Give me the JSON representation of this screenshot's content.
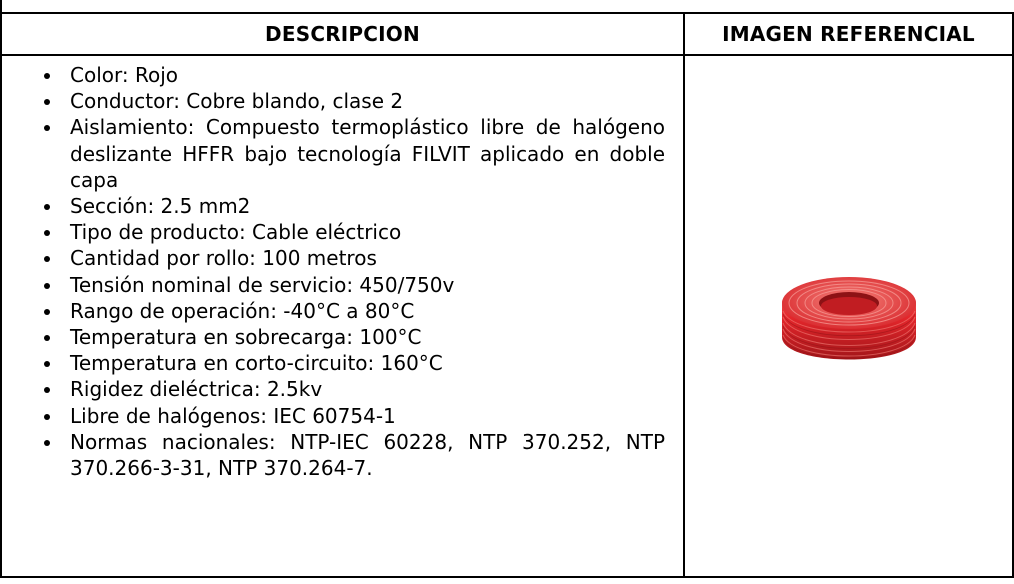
{
  "table": {
    "header_description": "DESCRIPCION",
    "header_image": "IMAGEN REFERENCIAL",
    "specs": [
      "Color: Rojo",
      "Conductor: Cobre blando, clase 2",
      "Aislamiento: Compuesto termoplástico libre de halógeno deslizante HFFR bajo tecnología FILVIT aplicado en doble capa",
      "Sección: 2.5 mm2",
      "Tipo de producto: Cable eléctrico",
      "Cantidad por rollo: 100 metros",
      "Tensión nominal de servicio: 450/750v",
      "Rango de operación: -40°C a 80°C",
      "Temperatura en sobrecarga: 100°C",
      "Temperatura en corto-circuito: 160°C",
      "Rigidez dieléctrica: 2.5kv",
      "Libre de halógenos: IEC 60754-1",
      "Normas nacionales: NTP-IEC 60228, NTP 370.252, NTP 370.266-3-31, NTP 370.264-7."
    ]
  },
  "image": {
    "icon": "red-cable-coil",
    "cable_color": "#e3262b",
    "cable_highlight": "#f36a64",
    "cable_shadow": "#a3161a"
  }
}
